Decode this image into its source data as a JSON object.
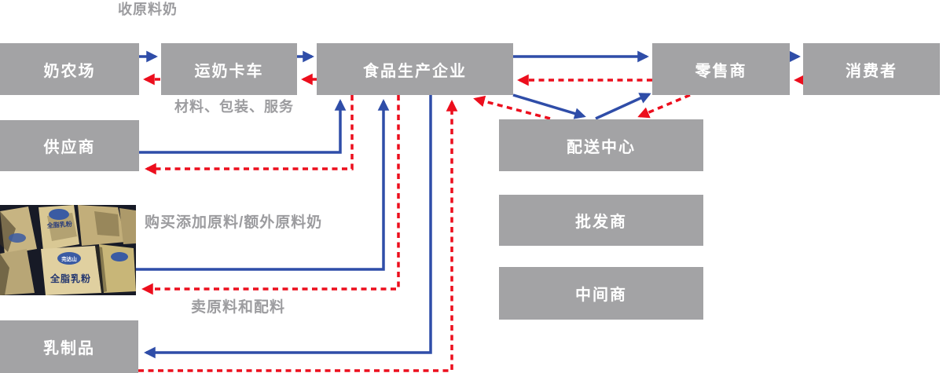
{
  "diagram": {
    "title_hint": "dairy-supply-chain-flow",
    "nodes": {
      "dairy_farm": {
        "label": "奶农场"
      },
      "milk_truck": {
        "label": "运奶卡车"
      },
      "food_producer": {
        "label": "食品生产企业"
      },
      "retailer": {
        "label": "零售商"
      },
      "consumer": {
        "label": "消费者"
      },
      "supplier": {
        "label": "供应商"
      },
      "distribution_center": {
        "label": "配送中心"
      },
      "wholesaler": {
        "label": "批发商"
      },
      "middleman": {
        "label": "中间商"
      },
      "dairy_products": {
        "label": "乳制品"
      }
    },
    "annotations": {
      "collect_raw_milk": "收原料奶",
      "materials_packaging_services": "材料、包装、服务",
      "buy_added_ingredients": "购买添加原料/额外原料奶",
      "sell_materials_ingredients": "卖原料和配料"
    },
    "photo": {
      "name": "milk-powder-bags",
      "brand_text": "完达山",
      "bag_text": "全脂乳粉"
    },
    "edges": {
      "blue_solid_meaning": "product/material flow",
      "red_dashed_meaning": "return/payment flow",
      "blue": [
        {
          "from": "dairy_farm",
          "to": "milk_truck"
        },
        {
          "from": "milk_truck",
          "to": "food_producer"
        },
        {
          "from": "food_producer",
          "to": "retailer"
        },
        {
          "from": "retailer",
          "to": "consumer"
        },
        {
          "from": "supplier",
          "to": "food_producer"
        },
        {
          "from": "ingredients_photo",
          "to": "food_producer"
        },
        {
          "from": "food_producer",
          "to": "dairy_products"
        },
        {
          "from": "food_producer",
          "to": "distribution_center"
        },
        {
          "from": "distribution_center",
          "to": "retailer"
        }
      ],
      "red": [
        {
          "from": "milk_truck",
          "to": "dairy_farm"
        },
        {
          "from": "food_producer",
          "to": "milk_truck"
        },
        {
          "from": "retailer",
          "to": "food_producer"
        },
        {
          "from": "consumer",
          "to": "retailer"
        },
        {
          "from": "food_producer",
          "to": "supplier"
        },
        {
          "from": "food_producer",
          "to": "ingredients_photo"
        },
        {
          "from": "dairy_products",
          "to": "food_producer"
        },
        {
          "from": "distribution_center",
          "to": "food_producer"
        },
        {
          "from": "retailer",
          "to": "distribution_center"
        }
      ]
    },
    "colors": {
      "box_fill": "#a3a3a5",
      "box_text": "#ffffff",
      "annotation_text": "#9c9c9f",
      "flow_blue": "#2f4da8",
      "flow_red": "#ec0e1d",
      "background": "#ffffff"
    }
  }
}
